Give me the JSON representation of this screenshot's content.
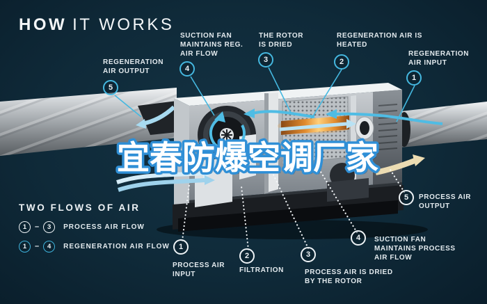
{
  "title": {
    "bold": "HOW",
    "light": "IT WORKS"
  },
  "watermark": {
    "text": "宜春防爆空调厂家"
  },
  "legend": {
    "title": "TWO FLOWS OF AIR",
    "rows": [
      {
        "start": "1",
        "dash": "–",
        "end": "3",
        "label": "PROCESS AIR FLOW"
      },
      {
        "start": "1",
        "dash": "–",
        "end": "4",
        "label": "REGENERATION AIR FLOW"
      }
    ]
  },
  "regeneration_callouts": [
    {
      "num": "1",
      "label": "REGENERATION AIR INPUT"
    },
    {
      "num": "2",
      "label": "REGENERATION AIR IS HEATED"
    },
    {
      "num": "3",
      "label": "THE ROTOR IS DRIED"
    },
    {
      "num": "4",
      "label": "SUCTION FAN MAINTAINS REG. AIR FLOW"
    },
    {
      "num": "5",
      "label": "REGENERATION AIR OUTPUT"
    }
  ],
  "process_callouts": [
    {
      "num": "1",
      "label": "PROCESS AIR INPUT"
    },
    {
      "num": "2",
      "label": "FILTRATION"
    },
    {
      "num": "3",
      "label": "PROCESS AIR IS DRIED BY THE ROTOR"
    },
    {
      "num": "4",
      "label": "SUCTION FAN MAINTAINS PROCESS AIR FLOW"
    },
    {
      "num": "5",
      "label": "PROCESS AIR OUTPUT"
    }
  ],
  "colors": {
    "background": "#0f2a39",
    "accent_cyan": "#45b8e0",
    "text": "#e3eaee",
    "heater_orange": "#f0a03c",
    "watermark_outline": "#2f8fd6",
    "process_arrow_cream": "#ecdcb2"
  }
}
